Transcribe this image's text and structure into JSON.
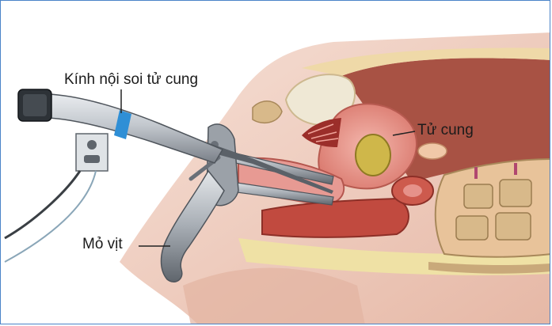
{
  "labels": {
    "endoscope": "Kính nội soi tử cung",
    "uterus": "Tử cung",
    "speculum": "Mỏ vịt"
  },
  "colors": {
    "frame_border": "#4a83c8",
    "skin": "#f1d3c6",
    "skin_shadow": "#d9aa97",
    "cavity": "#b05a4e",
    "tissue_pink": "#e99a93",
    "muscle_red": "#b8352c",
    "bladder": "#ece5d2",
    "bone": "#d8b98a",
    "fat_yellow": "#efe1a5",
    "instrument_metal": "#8f959d",
    "scope_ring": "#2f8fd6"
  }
}
